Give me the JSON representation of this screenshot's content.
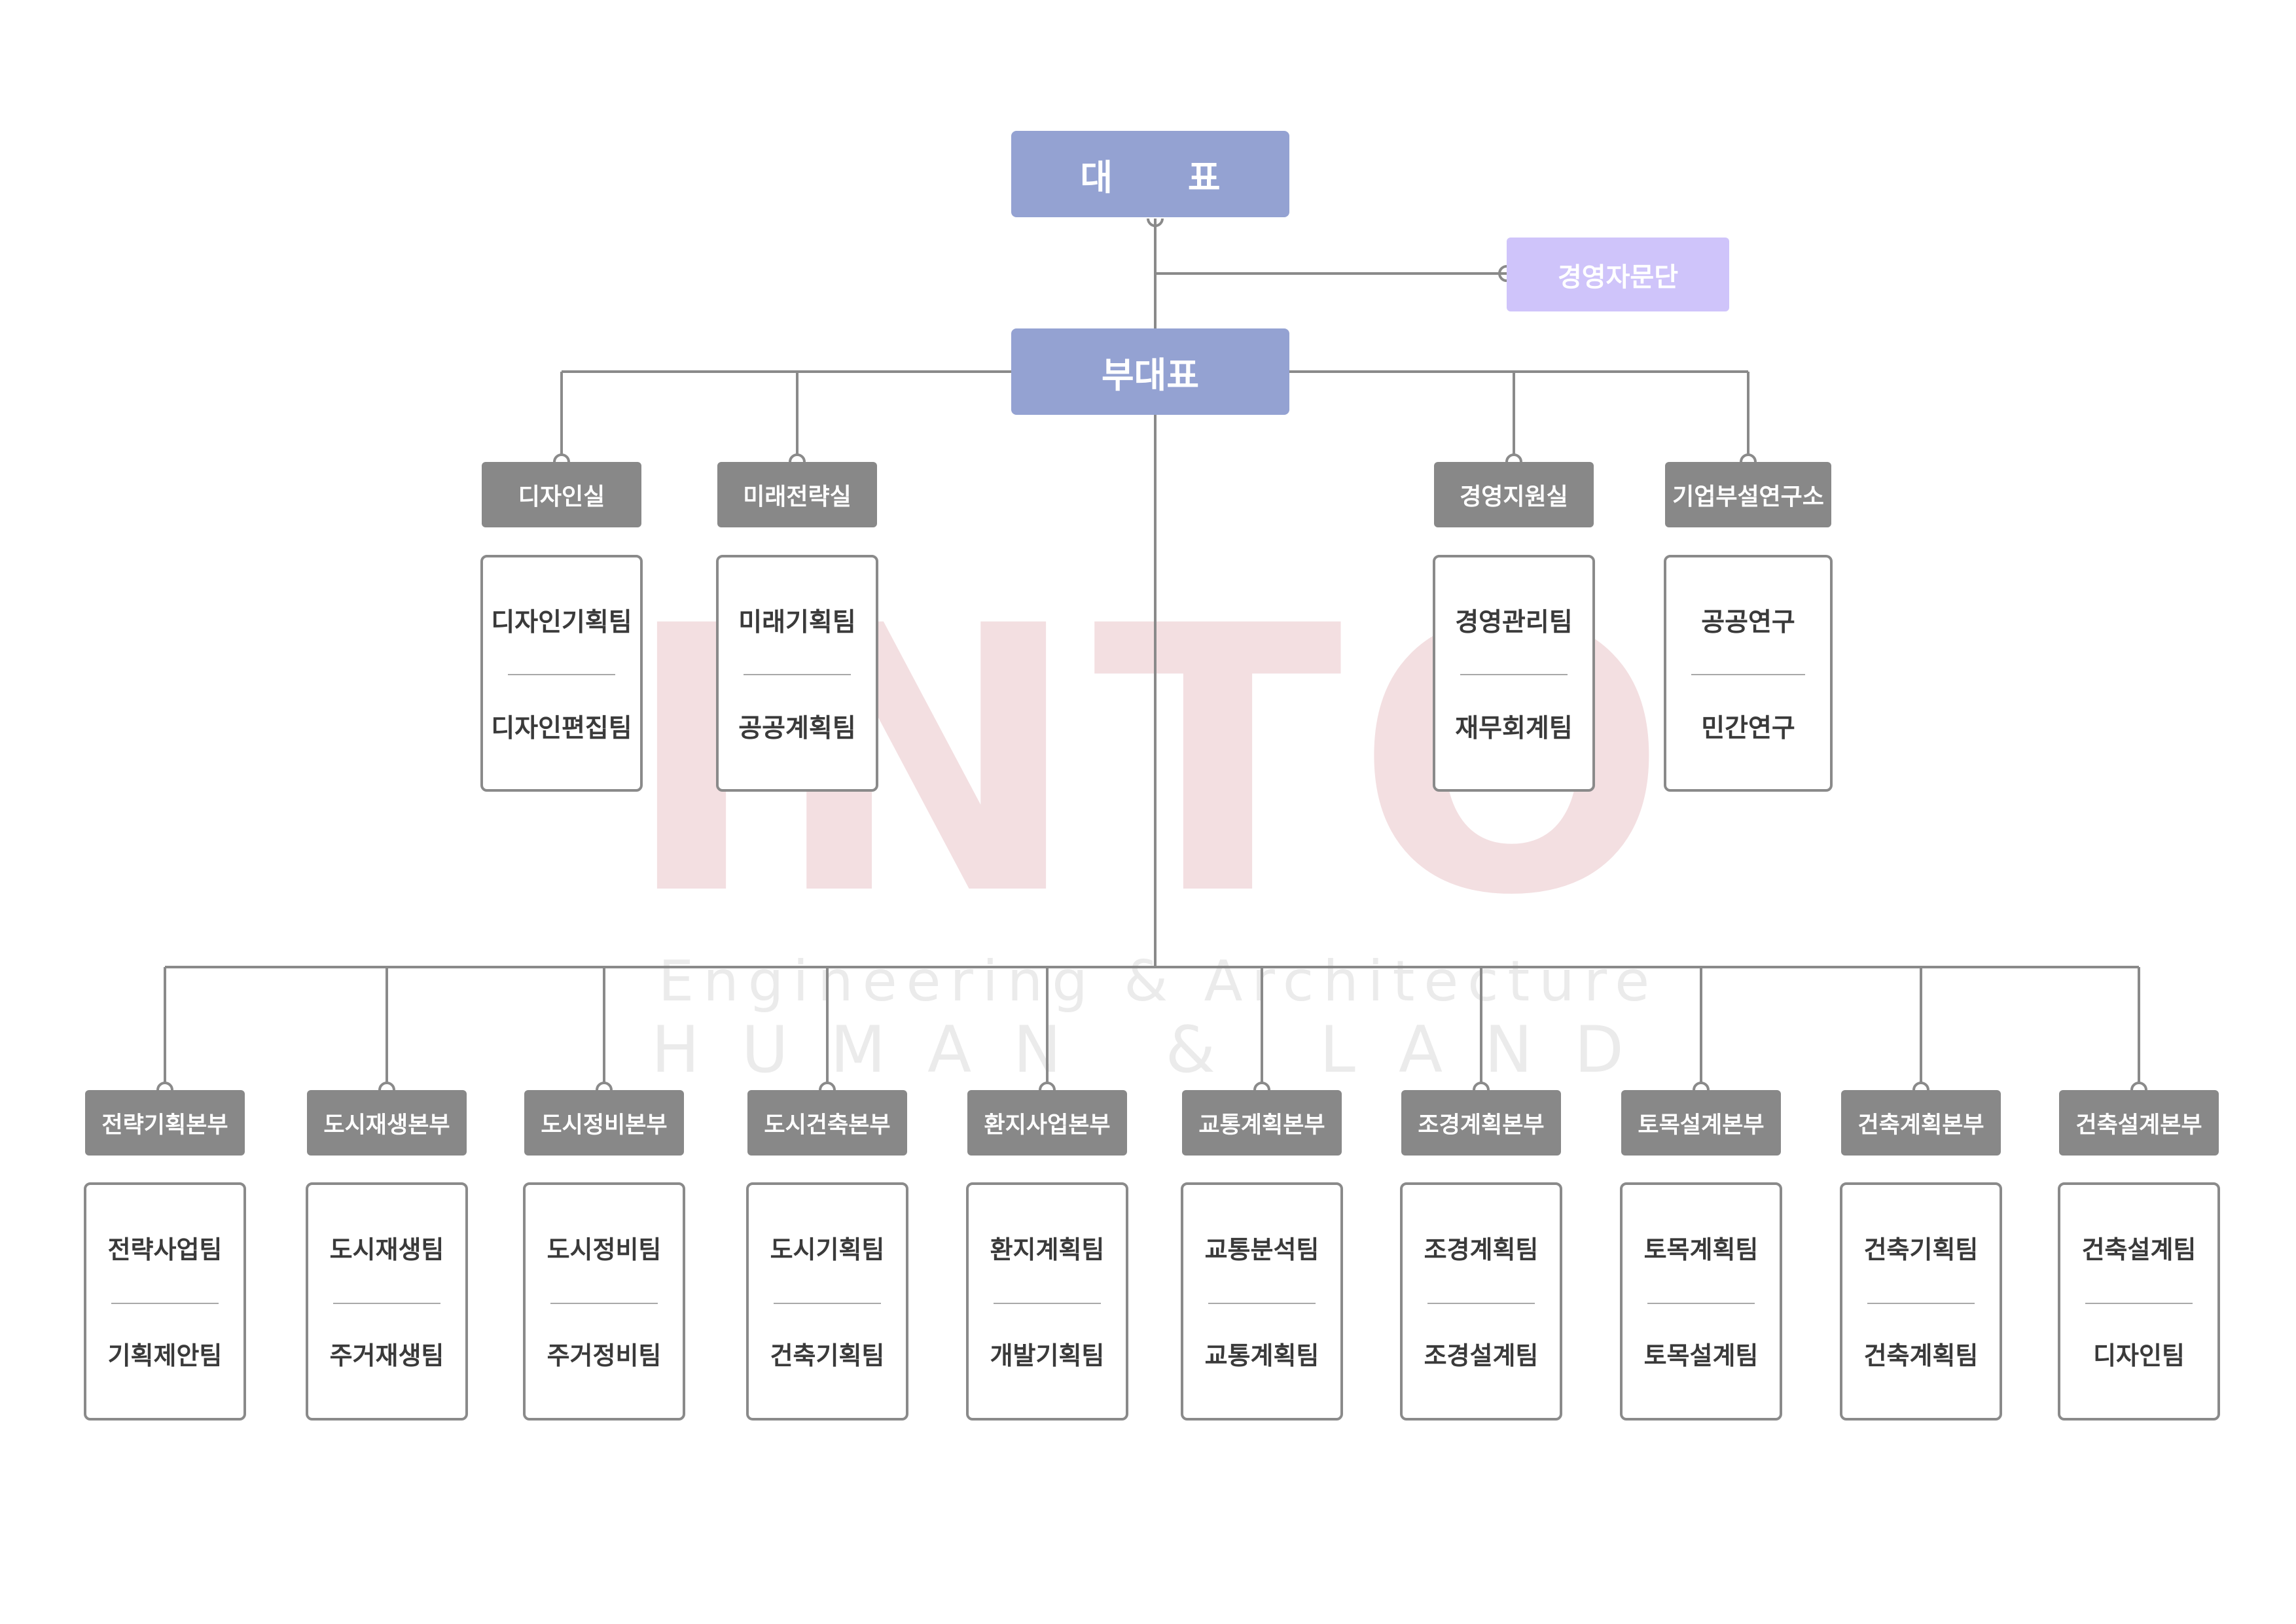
{
  "ceo": {
    "label": "대 표"
  },
  "advisory": {
    "label": "경영자문단"
  },
  "vice": {
    "label": "부대표"
  },
  "offices": [
    {
      "name": "디자인실",
      "teams": [
        "디자인기획팀",
        "디자인편집팀"
      ]
    },
    {
      "name": "미래전략실",
      "teams": [
        "미래기획팀",
        "공공계획팀"
      ]
    },
    {
      "name": "경영지원실",
      "teams": [
        "경영관리팀",
        "재무회계팀"
      ]
    },
    {
      "name": "기업부설연구소",
      "teams": [
        "공공연구",
        "민간연구"
      ]
    }
  ],
  "divisions": [
    {
      "name": "전략기획본부",
      "teams": [
        "전략사업팀",
        "기획제안팀"
      ]
    },
    {
      "name": "도시재생본부",
      "teams": [
        "도시재생팀",
        "주거재생팀"
      ]
    },
    {
      "name": "도시정비본부",
      "teams": [
        "도시정비팀",
        "주거정비팀"
      ]
    },
    {
      "name": "도시건축본부",
      "teams": [
        "도시기획팀",
        "건축기획팀"
      ]
    },
    {
      "name": "환지사업본부",
      "teams": [
        "환지계획팀",
        "개발기획팀"
      ]
    },
    {
      "name": "교통계획본부",
      "teams": [
        "교통분석팀",
        "교통계획팀"
      ]
    },
    {
      "name": "조경계획본부",
      "teams": [
        "조경계획팀",
        "조경설계팀"
      ]
    },
    {
      "name": "토목설계본부",
      "teams": [
        "토목계획팀",
        "토목설계팀"
      ]
    },
    {
      "name": "건축계획본부",
      "teams": [
        "건축기획팀",
        "건축계획팀"
      ]
    },
    {
      "name": "건축설계본부",
      "teams": [
        "건축설계팀",
        "디자인팀"
      ]
    }
  ],
  "watermark": {
    "logo": "INTO",
    "line1": "Engineering & Architecture",
    "line2": "HUMAN & LAND"
  },
  "colors": {
    "leadership": "#94a2d2",
    "advisory": "#cfc4fa",
    "department": "#888888",
    "connector": "#8a8a8a",
    "watermark": "#f3dfe1"
  }
}
